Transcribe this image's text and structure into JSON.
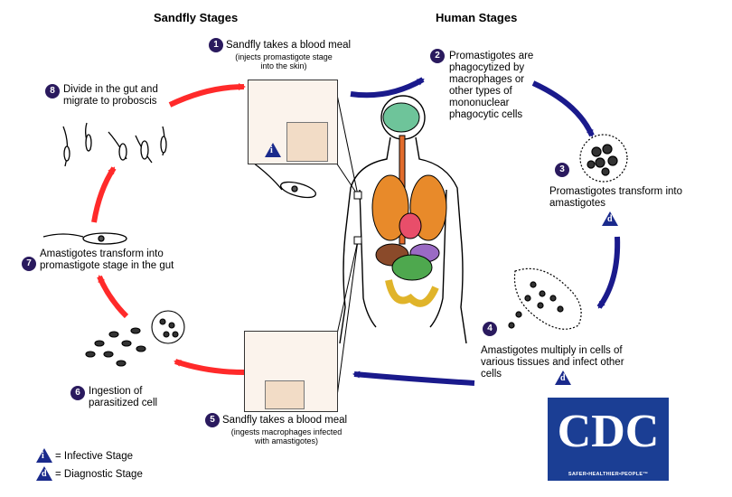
{
  "headers": {
    "sandfly": "Sandfly Stages",
    "human": "Human Stages"
  },
  "steps": [
    {
      "n": "1",
      "text": "Sandfly takes a blood meal",
      "sub": "(injects promastigote stage into the skin)"
    },
    {
      "n": "2",
      "text": "Promastigotes are phagocytized by macrophages or other types of mononuclear phagocytic cells"
    },
    {
      "n": "3",
      "text": "Promastigotes transform into amastigotes"
    },
    {
      "n": "4",
      "text": "Amastigotes multiply in cells of various tissues and infect other cells"
    },
    {
      "n": "5",
      "text": "Sandfly takes a blood meal",
      "sub": "(ingests macrophages infected with amastigotes)"
    },
    {
      "n": "6",
      "text": "Ingestion of parasitized cell"
    },
    {
      "n": "7",
      "text": "Amastigotes transform into promastigote stage in  the gut"
    },
    {
      "n": "8",
      "text": "Divide in the gut and migrate to proboscis"
    }
  ],
  "legend": {
    "infective_symbol": "i",
    "infective": "= Infective Stage",
    "diagnostic_symbol": "d",
    "diagnostic": "= Diagnostic Stage"
  },
  "logo": {
    "name": "CDC",
    "tagline": "SAFER•HEALTHIER•PEOPLE™"
  },
  "colors": {
    "human_arrow": "#1a1a8c",
    "sandfly_arrow": "#ff2a2a",
    "badge": "#2a1a5e",
    "stage_triangle": "#1a2a8c",
    "logo_blue": "#1b3e94"
  }
}
